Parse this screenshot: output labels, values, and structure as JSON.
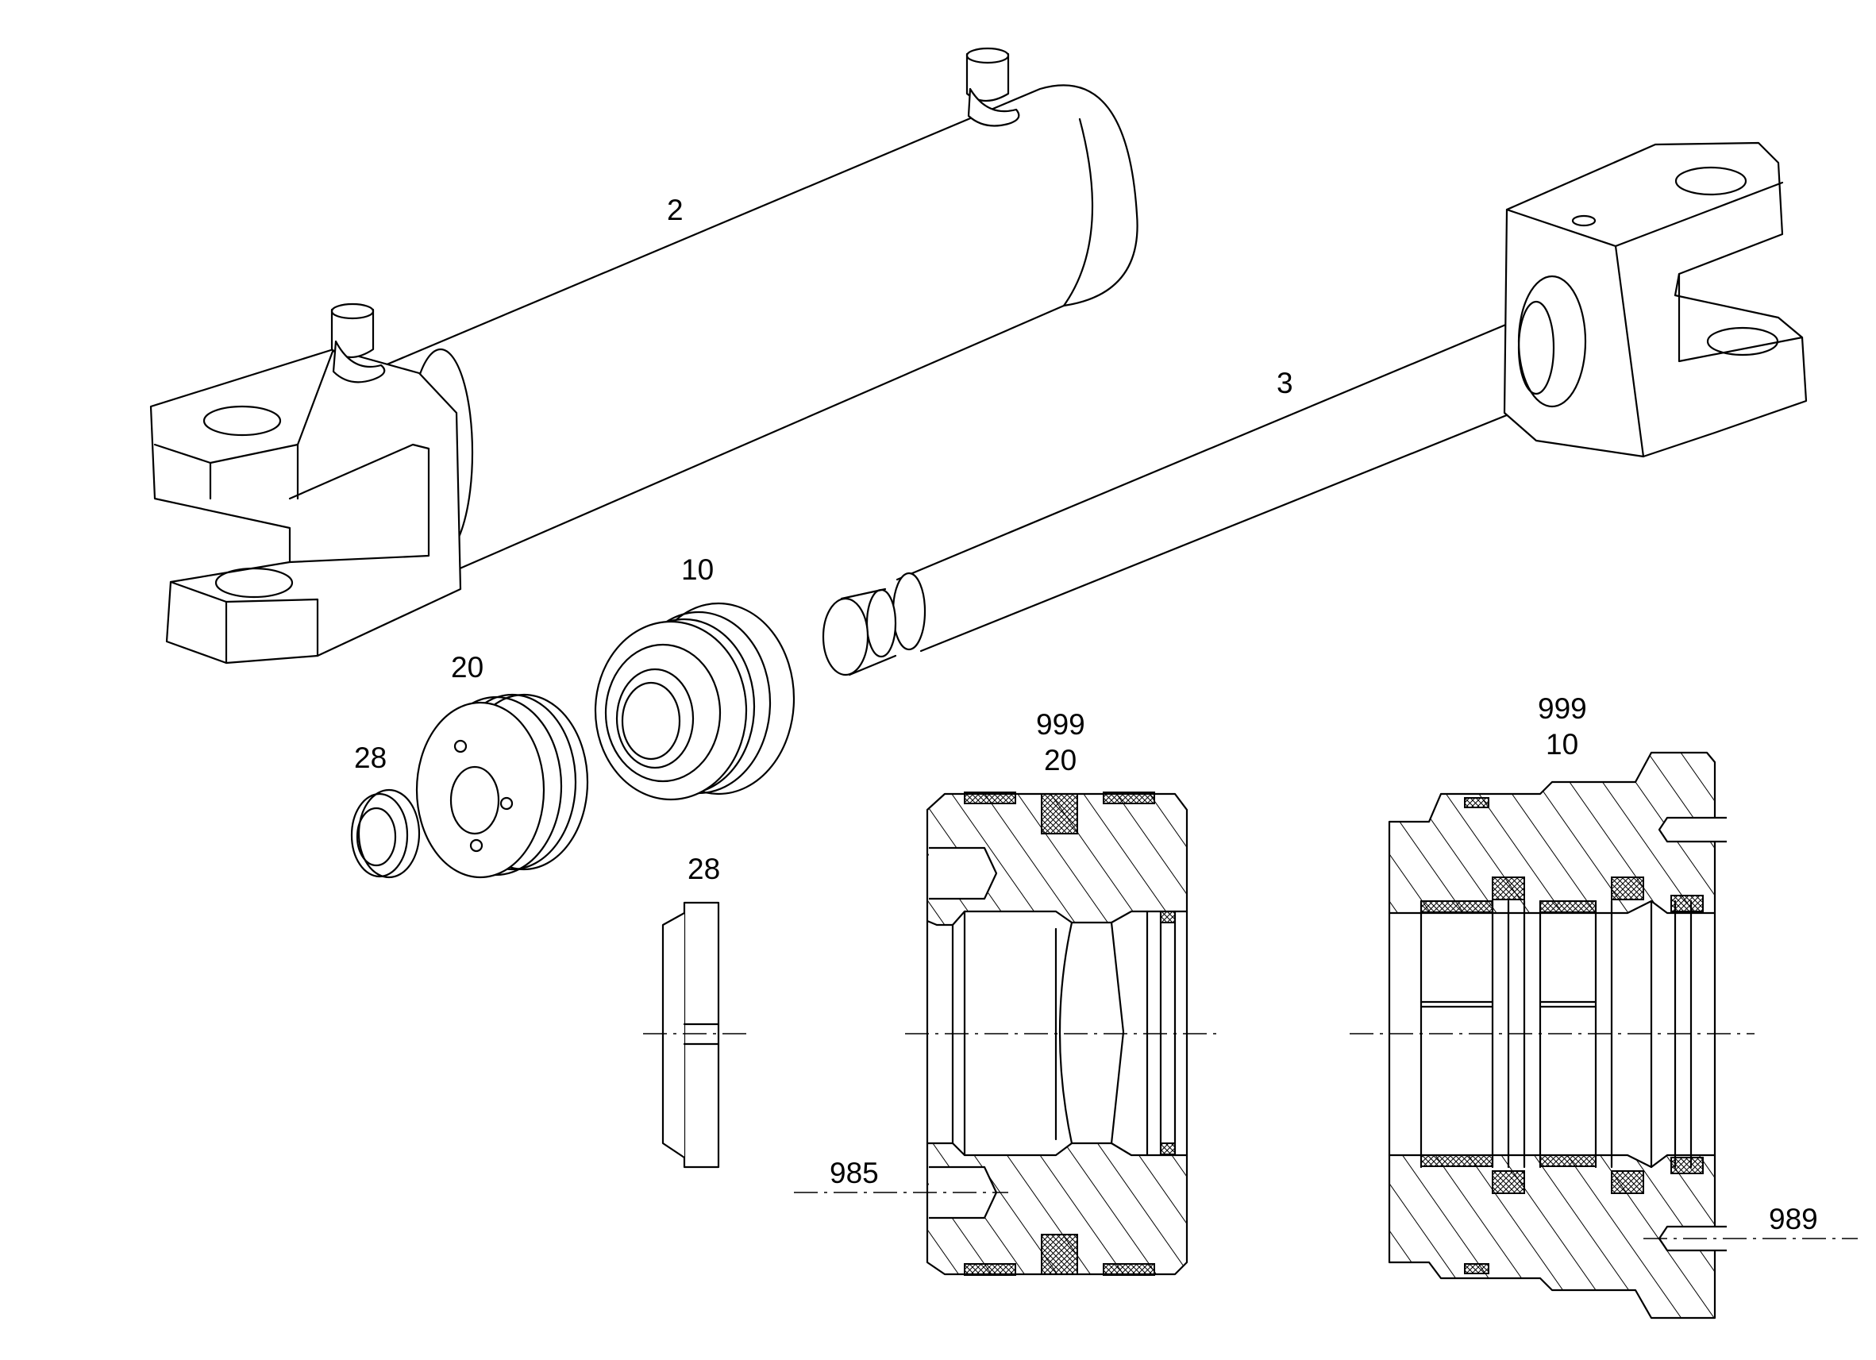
{
  "labels": {
    "barrel": "2",
    "rod": "3",
    "gland": "10",
    "piston": "20",
    "nut": "28",
    "nut_section": "28",
    "piston_section_kit": "999",
    "piston_section_part": "20",
    "gland_section_kit": "999",
    "gland_section_part": "10",
    "piston_section_callout": "985",
    "gland_section_callout": "989"
  },
  "colors": {
    "line": "#000000",
    "background": "#ffffff"
  }
}
